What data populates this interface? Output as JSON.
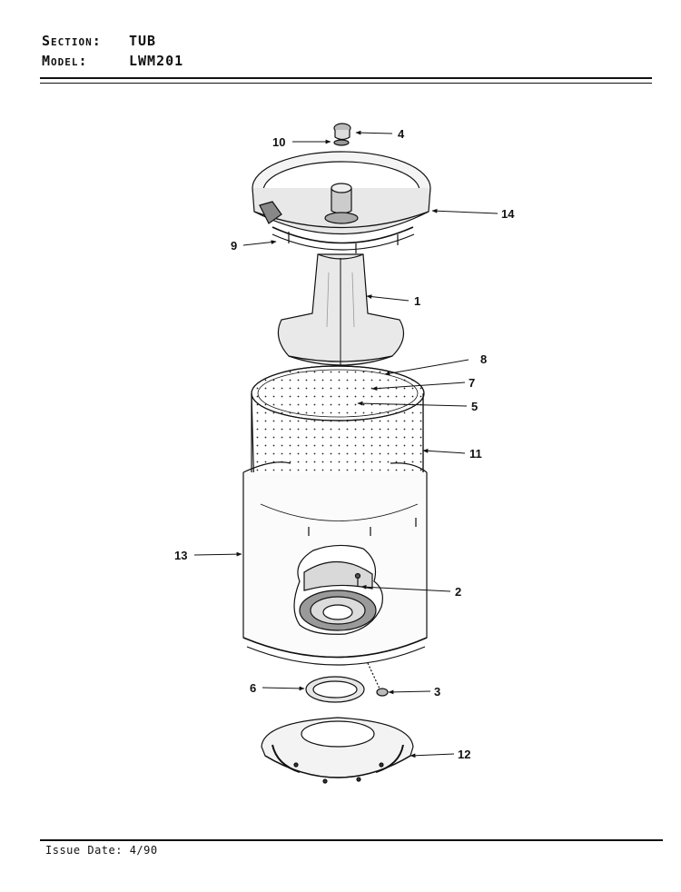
{
  "header": {
    "section_label": "Section:",
    "section_value": "TUB",
    "model_label": "Model:",
    "model_value": "LWM201"
  },
  "footer": {
    "issue_date": "Issue Date: 4/90"
  },
  "callouts": {
    "c1": "1",
    "c2": "2",
    "c3": "3",
    "c4": "4",
    "c5": "5",
    "c6": "6",
    "c7": "7",
    "c8": "8",
    "c9": "9",
    "c10": "10",
    "c11": "11",
    "c12": "12",
    "c13": "13",
    "c14": "14"
  }
}
